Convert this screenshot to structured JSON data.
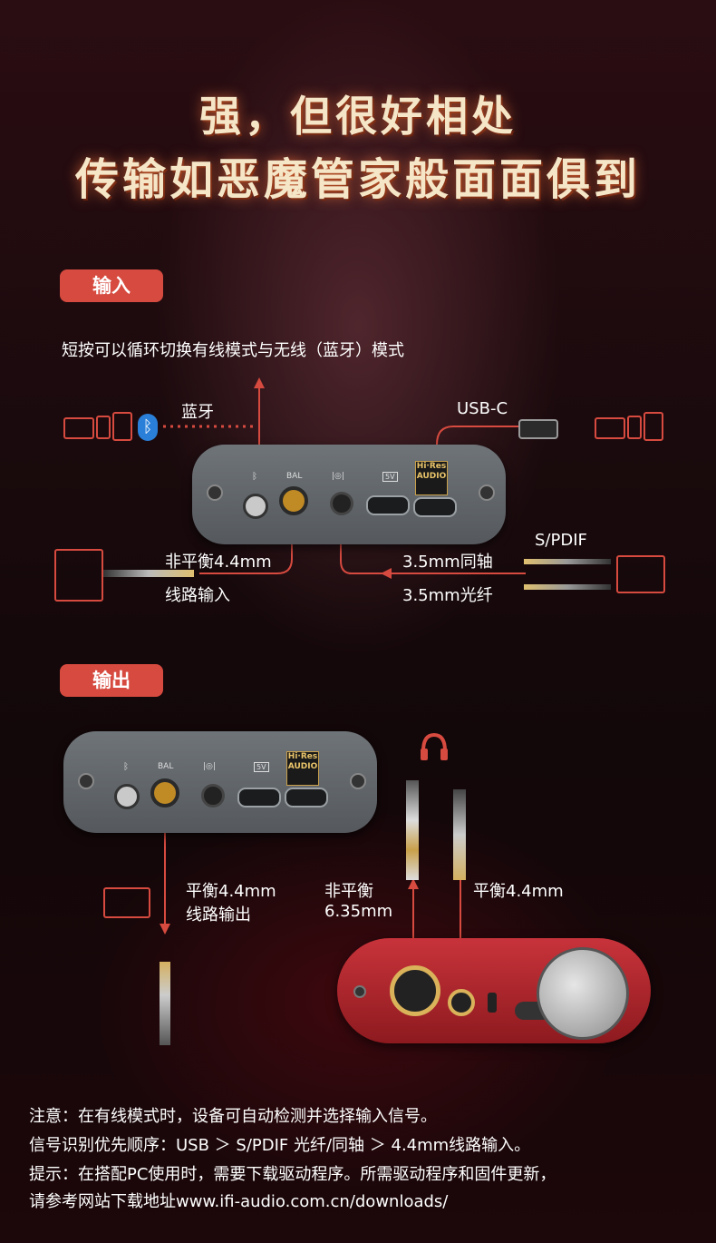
{
  "headline": {
    "line1": "强，但很好相处",
    "line2": "传输如恶魔管家般面面俱到"
  },
  "input_section": {
    "badge": "输入",
    "description": "短按可以循环切换有线模式与无线（蓝牙）模式",
    "bluetooth_label": "蓝牙",
    "usbc_label": "USB-C",
    "spdif_label": "S/PDIF",
    "unbalanced_label_1": "非平衡4.4mm",
    "unbalanced_label_2": "线路输入",
    "coax_label": "3.5mm同轴",
    "optical_label": "3.5mm光纤"
  },
  "output_section": {
    "badge": "输出",
    "balanced_line_1": "平衡4.4mm",
    "balanced_line_2": "线路输出",
    "unbalanced_635_1": "非平衡",
    "unbalanced_635_2": "6.35mm",
    "balanced_44": "平衡4.4mm"
  },
  "device_labels": {
    "bal": "BAL",
    "v5": "5V",
    "hires_1": "Hi·Res",
    "hires_2": "AUDIO"
  },
  "notes": {
    "line1": "注意：在有线模式时，设备可自动检测并选择输入信号。",
    "line2": "信号识别优先顺序：USB ＞ S/PDIF 光纤/同轴 ＞ 4.4mm线路输入。",
    "line3": "提示：在搭配PC使用时，需要下载驱动程序。所需驱动程序和固件更新，",
    "line4": "请参考网站下载地址www.ifi-audio.com.cn/downloads/"
  },
  "colors": {
    "accent": "#d64a3f",
    "gold": "#c08a25",
    "device_body": "#62676b",
    "amp_red": "#b3262a"
  },
  "icons": [
    "laptop-icon",
    "phone-icon",
    "tablet-icon",
    "bluetooth-icon",
    "usb-icon",
    "headphones-icon",
    "amplifier-icon",
    "jack-plug-icon"
  ]
}
